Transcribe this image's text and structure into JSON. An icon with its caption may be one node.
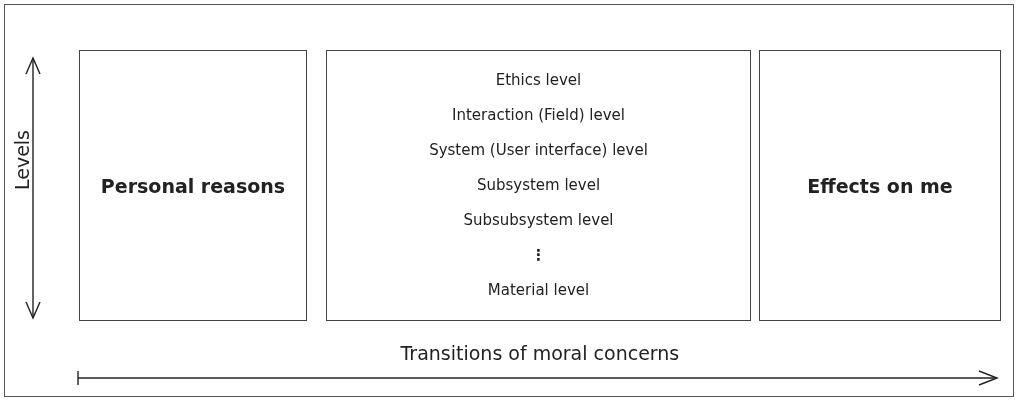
{
  "diagram": {
    "nodes": [
      {
        "text": [
          "Personal reasons"
        ]
      },
      {
        "text": [
          "Ethics level",
          "Interaction (Field) level",
          "System (User interface) level",
          "Subsystem level",
          "Subsubsystem level",
          "⋮",
          "Material level"
        ]
      },
      {
        "text": [
          "Effects on me"
        ]
      }
    ],
    "edges": [],
    "labels": [
      "Levels",
      "Transitions of moral concerns"
    ]
  }
}
